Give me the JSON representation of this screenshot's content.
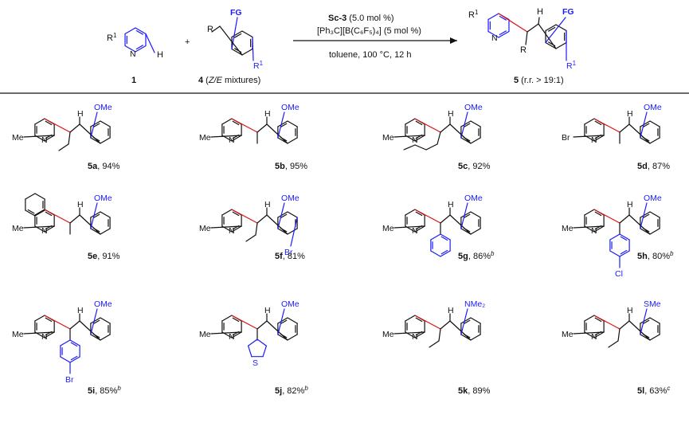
{
  "scheme": {
    "reactant1": {
      "r_label": "R",
      "r_sup": "1",
      "h_label": "H",
      "atom_n": "N",
      "number": "1"
    },
    "plus": "+",
    "reactant4": {
      "r_label": "R",
      "fg_label": "FG",
      "r1_label": "R",
      "r1_sup": "1",
      "number": "4",
      "zmix_open": " (",
      "zmix_italic": "Z/E",
      "zmix_close": " mixtures)"
    },
    "conditions": {
      "cat_bold": "Sc-3",
      "cat_rest": " (5.0 mol %)",
      "cocat": "[Ph₃C][B(C₆F₅)₄] (5 mol %)",
      "solvent": "toluene, 100 °C, 12 h"
    },
    "product": {
      "r1_label": "R",
      "r1_sup": "1",
      "h_label": "H",
      "fg_label": "FG",
      "r_label": "R",
      "r1b_label": "R",
      "r1b_sup": "1",
      "atom_n": "N",
      "number": "5",
      "rr_text": " (r.r. > 19:1)"
    }
  },
  "products": [
    {
      "id": "5a",
      "yield": ", 94%",
      "note": "",
      "py_sub": "Me",
      "fg": "OMe",
      "r_group": "ethyl",
      "aryl_sub": ""
    },
    {
      "id": "5b",
      "yield": ", 95%",
      "note": "",
      "py_sub": "Me",
      "fg": "OMe",
      "r_group": "methyl",
      "aryl_sub": ""
    },
    {
      "id": "5c",
      "yield": ", 92%",
      "note": "",
      "py_sub": "Me",
      "fg": "OMe",
      "r_group": "butyl",
      "aryl_sub": ""
    },
    {
      "id": "5d",
      "yield": ", 87%",
      "note": "",
      "py_sub": "Br",
      "fg": "OMe",
      "r_group": "methyl",
      "aryl_sub": ""
    },
    {
      "id": "5e",
      "yield": ", 91%",
      "note": "",
      "py_sub": "Me",
      "fg": "OMe",
      "r_group": "methyl",
      "aryl_sub": ""
    },
    {
      "id": "5f",
      "yield": ", 81%",
      "note": "",
      "py_sub": "Me",
      "fg": "OMe",
      "r_group": "ethyl",
      "aryl_sub": "Br"
    },
    {
      "id": "5g",
      "yield": ", 86%",
      "note": "b",
      "py_sub": "Me",
      "fg": "OMe",
      "r_group": "phenyl",
      "aryl_sub": ""
    },
    {
      "id": "5h",
      "yield": ", 80%",
      "note": "b",
      "py_sub": "Me",
      "fg": "OMe",
      "r_group": "4-chlorophenyl",
      "aryl_sub": "Cl"
    },
    {
      "id": "5i",
      "yield": ", 85%",
      "note": "b",
      "py_sub": "Me",
      "fg": "OMe",
      "r_group": "4-bromophenyl",
      "aryl_sub": "Br"
    },
    {
      "id": "5j",
      "yield": ", 82%",
      "note": "b",
      "py_sub": "Me",
      "fg": "OMe",
      "r_group": "2-thienyl",
      "aryl_sub": "S"
    },
    {
      "id": "5k",
      "yield": ", 89%",
      "note": "",
      "py_sub": "Me",
      "fg": "NMe₂",
      "r_group": "ethyl",
      "aryl_sub": ""
    },
    {
      "id": "5l",
      "yield": ", 63%",
      "note": "c",
      "py_sub": "Me",
      "fg": "SMe",
      "r_group": "ethyl",
      "aryl_sub": ""
    }
  ],
  "atom_labels": {
    "N": "N",
    "H": "H"
  },
  "colors": {
    "blue": "#1a1aff",
    "red": "#e01010",
    "black": "#111111"
  }
}
